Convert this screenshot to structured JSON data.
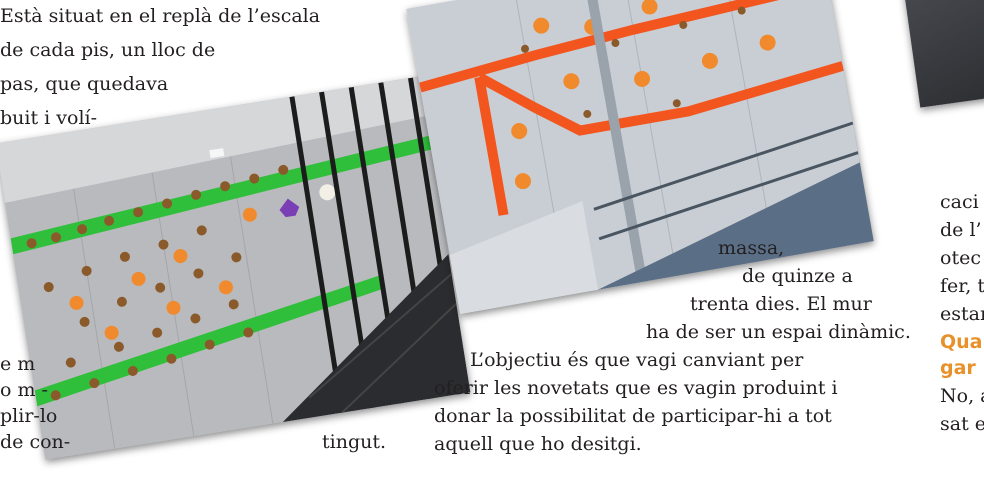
{
  "colors": {
    "text": "#231f20",
    "heading": "#e8912a",
    "green_band": "#2fbf3a",
    "orange_band": "#f3551e",
    "wall": "#b4b6ba",
    "rail": "#1c1c1c"
  },
  "icons": {
    "leaf": "maple-leaf-icon",
    "pumpkin": "pumpkin-icon"
  },
  "left_column": {
    "line1": "Està situat en el replà de l’escala",
    "line2": "de cada pis, un lloc de",
    "line3": "pas, que quedava",
    "line4": "buit i volí-",
    "line5": "e  m",
    "line6": "o  m -",
    "line7": "plir-lo",
    "line8": "de  con-",
    "line8_end": "tingut."
  },
  "center_column": {
    "line1": "massa,",
    "line2": "de  quinze  a",
    "line3": "trenta dies. El mur",
    "line4": "ha de ser un espai dinàmic.",
    "line5": "L’objectiu és que vagi canviant per",
    "line6": "oferir les novetats que es vagin produint i",
    "line7": "donar la possibilitat de participar-hi a tot",
    "line8": "aquell que ho desitgi."
  },
  "right_column": {
    "line1": "caci",
    "line2": "de l’",
    "line3": "otec",
    "line4": "fer, t",
    "line5": "estar",
    "heading1": "Qua",
    "heading2": "gar",
    "line6": "No, a",
    "line7": "sat e"
  }
}
